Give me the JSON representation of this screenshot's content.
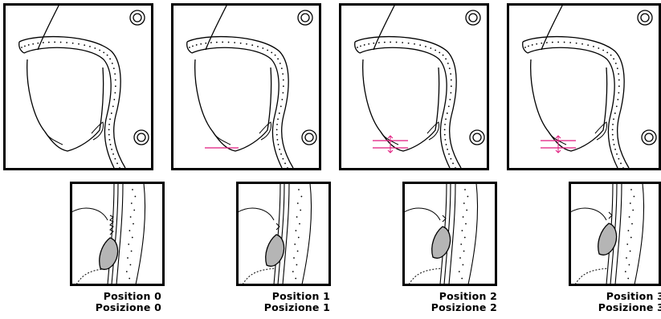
{
  "positions": [
    {
      "label_en": "Position 0",
      "label_it": "Posizione 0",
      "marker": "none"
    },
    {
      "label_en": "Position 1",
      "label_it": "Posizione 1",
      "marker": "line"
    },
    {
      "label_en": "Position 2",
      "label_it": "Posizione 2",
      "marker": "double-arrow"
    },
    {
      "label_en": "Position 3",
      "label_it": "Posizione 3",
      "marker": "double-arrow"
    }
  ],
  "colors": {
    "line": "#000000",
    "marker": "#e0197d",
    "pad_fill": "#b5b5b5"
  }
}
